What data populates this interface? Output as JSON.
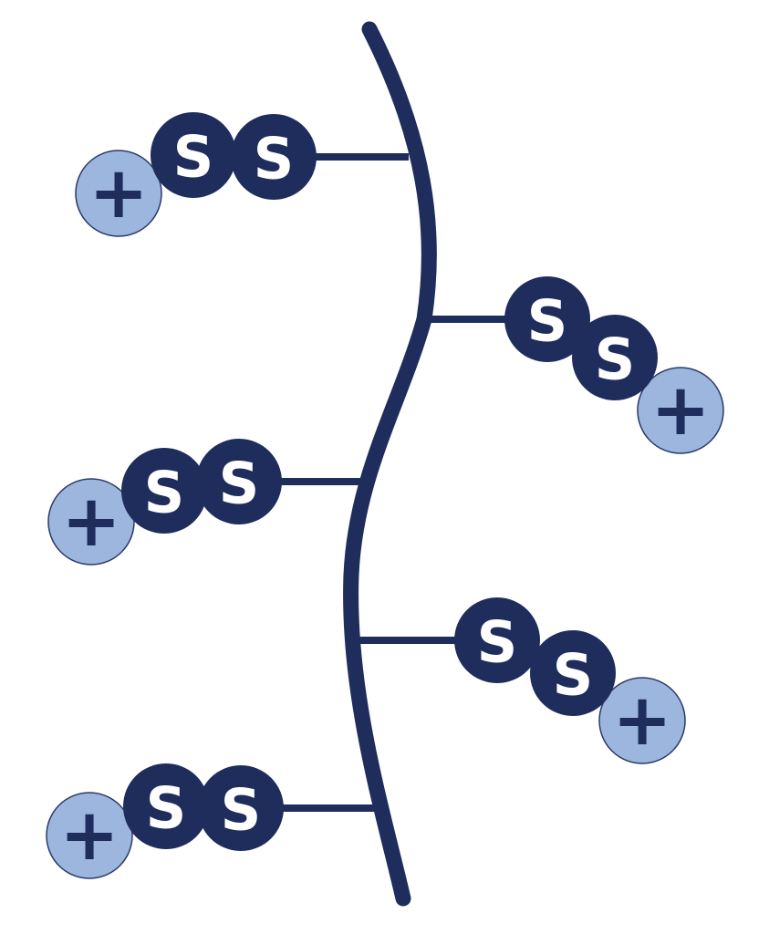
{
  "colors": {
    "backbone": "#1e2d5c",
    "sulfur_fill": "#1e2d5c",
    "sulfur_text": "#ffffff",
    "charge_fill": "#9db6dd",
    "charge_stroke": "#2a3a6a",
    "charge_text": "#1e2d5c"
  },
  "icons": {
    "charge": "plus-sign",
    "sulfur": "letter-S-circle"
  },
  "labels": {
    "sulfur": "S",
    "charge": "+"
  },
  "side_groups": [
    {
      "id": "group-1",
      "side": "left",
      "atoms": [
        "S",
        "S"
      ],
      "charge": "+"
    },
    {
      "id": "group-2",
      "side": "right",
      "atoms": [
        "S",
        "S"
      ],
      "charge": "+"
    },
    {
      "id": "group-3",
      "side": "left",
      "atoms": [
        "S",
        "S"
      ],
      "charge": "+"
    },
    {
      "id": "group-4",
      "side": "right",
      "atoms": [
        "S",
        "S"
      ],
      "charge": "+"
    },
    {
      "id": "group-5",
      "side": "left",
      "atoms": [
        "S",
        "S"
      ],
      "charge": "+"
    }
  ]
}
